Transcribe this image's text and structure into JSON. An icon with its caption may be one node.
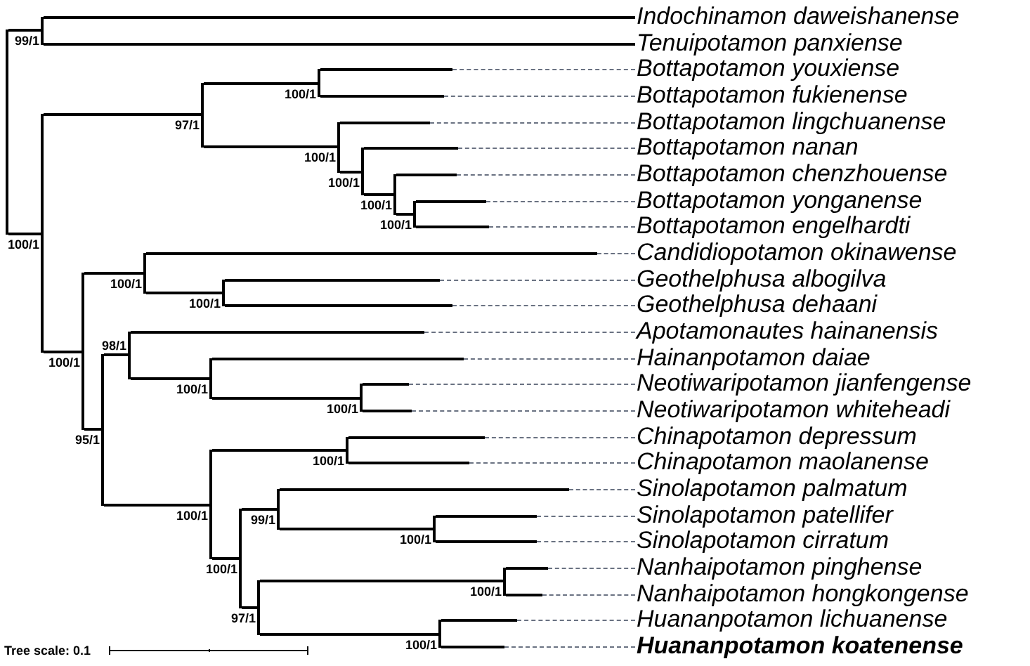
{
  "diagram": {
    "nodes": [
      {
        "text": [
          "Indochinamon daweishanense"
        ]
      },
      {
        "text": [
          "Tenuipotamon panxiense"
        ]
      },
      {
        "text": [
          "Bottapotamon youxiense"
        ]
      },
      {
        "text": [
          "Bottapotamon fukienense"
        ]
      },
      {
        "text": [
          "Bottapotamon lingchuanense"
        ]
      },
      {
        "text": [
          "Bottapotamon nanan"
        ]
      },
      {
        "text": [
          "Bottapotamon chenzhouense"
        ]
      },
      {
        "text": [
          "Bottapotamon yonganense"
        ]
      },
      {
        "text": [
          "Bottapotamon engelhardti"
        ]
      },
      {
        "text": [
          "Candidiopotamon okinawense"
        ]
      },
      {
        "text": [
          "Geothelphusa albogilva"
        ]
      },
      {
        "text": [
          "Geothelphusa dehaani"
        ]
      },
      {
        "text": [
          "Apotamonautes hainanensis"
        ]
      },
      {
        "text": [
          "Hainanpotamon daiae"
        ]
      },
      {
        "text": [
          "Neotiwaripotamon jianfengense"
        ]
      },
      {
        "text": [
          "Neotiwaripotamon whiteheadi"
        ]
      },
      {
        "text": [
          "Chinapotamon depressum"
        ]
      },
      {
        "text": [
          "Chinapotamon maolanense"
        ]
      },
      {
        "text": [
          "Sinolapotamon palmatum"
        ]
      },
      {
        "text": [
          "Sinolapotamon patellifer"
        ]
      },
      {
        "text": [
          "Sinolapotamon cirratum"
        ]
      },
      {
        "text": [
          "Nanhaipotamon pinghense"
        ]
      },
      {
        "text": [
          "Nanhaipotamon hongkongense"
        ]
      },
      {
        "text": [
          "Huananpotamon lichuanense"
        ]
      },
      {
        "text": [
          "Huananpotamon koatenense"
        ]
      },
      {
        "text": [],
        "shape": "bar"
      },
      {
        "text": [],
        "shape": "bar",
        "beside": [
          "99/1"
        ]
      },
      {
        "text": [],
        "shape": "bar",
        "beside": [
          "100/1"
        ]
      },
      {
        "text": [],
        "shape": "bar",
        "beside": [
          "97/1"
        ]
      },
      {
        "text": [],
        "shape": "bar",
        "beside": [
          "100/1"
        ]
      },
      {
        "text": [],
        "shape": "bar",
        "beside": [
          "100/1"
        ]
      },
      {
        "text": [],
        "shape": "bar",
        "beside": [
          "100/1"
        ]
      },
      {
        "text": [],
        "shape": "bar",
        "beside": [
          "100/1"
        ]
      },
      {
        "text": [],
        "shape": "bar",
        "beside": [
          "100/1"
        ]
      },
      {
        "text": [],
        "shape": "bar",
        "beside": [
          "100/1"
        ]
      },
      {
        "text": [],
        "shape": "bar",
        "beside": [
          "100/1"
        ]
      },
      {
        "text": [],
        "shape": "bar",
        "beside": [
          "100/1"
        ]
      },
      {
        "text": [],
        "shape": "bar",
        "beside": [
          "95/1"
        ]
      },
      {
        "text": [],
        "shape": "bar",
        "beside": [
          "98/1"
        ]
      },
      {
        "text": [],
        "shape": "bar",
        "beside": [
          "100/1"
        ]
      },
      {
        "text": [],
        "shape": "bar",
        "beside": [
          "100/1"
        ]
      },
      {
        "text": [],
        "shape": "bar",
        "beside": [
          "100/1"
        ]
      },
      {
        "text": [],
        "shape": "bar",
        "beside": [
          "100/1"
        ]
      },
      {
        "text": [],
        "shape": "bar",
        "beside": [
          "100/1"
        ]
      },
      {
        "text": [],
        "shape": "bar",
        "beside": [
          "99/1"
        ]
      },
      {
        "text": [],
        "shape": "bar",
        "beside": [
          "100/1"
        ]
      },
      {
        "text": [],
        "shape": "bar",
        "beside": [
          "97/1"
        ]
      },
      {
        "text": [],
        "shape": "bar",
        "beside": [
          "100/1"
        ]
      },
      {
        "text": [],
        "shape": "bar",
        "beside": [
          "100/1"
        ]
      }
    ],
    "edges": [
      {
        "from": 25,
        "to": 26,
        "arrow": "none"
      },
      {
        "from": 25,
        "to": 27,
        "arrow": "none"
      },
      {
        "from": 26,
        "to": 0,
        "arrow": "none"
      },
      {
        "from": 26,
        "to": 1,
        "arrow": "none"
      },
      {
        "from": 27,
        "to": 28,
        "arrow": "none"
      },
      {
        "from": 27,
        "to": 34,
        "arrow": "none"
      },
      {
        "from": 28,
        "to": 29,
        "arrow": "none"
      },
      {
        "from": 28,
        "to": 30,
        "arrow": "none"
      },
      {
        "from": 29,
        "to": 2,
        "arrow": "none"
      },
      {
        "from": 29,
        "to": 3,
        "arrow": "none"
      },
      {
        "from": 30,
        "to": 4,
        "arrow": "none"
      },
      {
        "from": 30,
        "to": 31,
        "arrow": "none"
      },
      {
        "from": 31,
        "to": 5,
        "arrow": "none"
      },
      {
        "from": 31,
        "to": 32,
        "arrow": "none"
      },
      {
        "from": 32,
        "to": 6,
        "arrow": "none"
      },
      {
        "from": 32,
        "to": 33,
        "arrow": "none"
      },
      {
        "from": 33,
        "to": 7,
        "arrow": "none"
      },
      {
        "from": 33,
        "to": 8,
        "arrow": "none"
      },
      {
        "from": 34,
        "to": 35,
        "arrow": "none"
      },
      {
        "from": 34,
        "to": 37,
        "arrow": "none"
      },
      {
        "from": 35,
        "to": 9,
        "arrow": "none"
      },
      {
        "from": 35,
        "to": 36,
        "arrow": "none"
      },
      {
        "from": 36,
        "to": 10,
        "arrow": "none"
      },
      {
        "from": 36,
        "to": 11,
        "arrow": "none"
      },
      {
        "from": 37,
        "to": 38,
        "arrow": "none"
      },
      {
        "from": 37,
        "to": 41,
        "arrow": "none"
      },
      {
        "from": 38,
        "to": 12,
        "arrow": "none"
      },
      {
        "from": 38,
        "to": 39,
        "arrow": "none"
      },
      {
        "from": 39,
        "to": 13,
        "arrow": "none"
      },
      {
        "from": 39,
        "to": 40,
        "arrow": "none"
      },
      {
        "from": 40,
        "to": 14,
        "arrow": "none"
      },
      {
        "from": 40,
        "to": 15,
        "arrow": "none"
      },
      {
        "from": 41,
        "to": 42,
        "arrow": "none"
      },
      {
        "from": 41,
        "to": 43,
        "arrow": "none"
      },
      {
        "from": 42,
        "to": 16,
        "arrow": "none"
      },
      {
        "from": 42,
        "to": 17,
        "arrow": "none"
      },
      {
        "from": 43,
        "to": 44,
        "arrow": "none"
      },
      {
        "from": 43,
        "to": 46,
        "arrow": "none"
      },
      {
        "from": 44,
        "to": 18,
        "arrow": "none"
      },
      {
        "from": 44,
        "to": 45,
        "arrow": "none"
      },
      {
        "from": 45,
        "to": 19,
        "arrow": "none"
      },
      {
        "from": 45,
        "to": 20,
        "arrow": "none"
      },
      {
        "from": 46,
        "to": 47,
        "arrow": "none"
      },
      {
        "from": 46,
        "to": 48,
        "arrow": "none"
      },
      {
        "from": 47,
        "to": 21,
        "arrow": "none"
      },
      {
        "from": 47,
        "to": 22,
        "arrow": "none"
      },
      {
        "from": 48,
        "to": 23,
        "arrow": "none"
      },
      {
        "from": 48,
        "to": 24,
        "arrow": "none"
      }
    ],
    "labels": [
      "Tree scale: 0.1"
    ]
  }
}
